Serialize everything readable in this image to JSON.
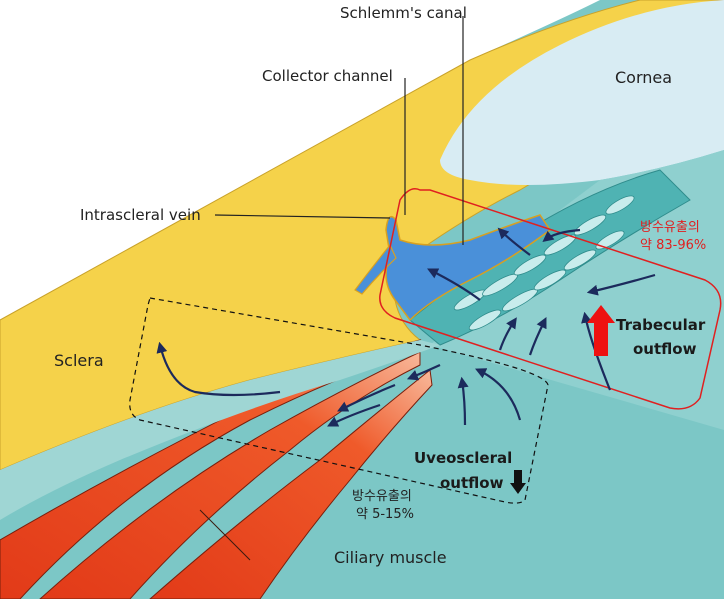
{
  "labels": {
    "schlemms_canal": "Schlemm's canal",
    "collector_channel": "Collector channel",
    "cornea": "Cornea",
    "intrascleral_vein": "Intrascleral vein",
    "sclera": "Sclera",
    "trabecular_line1": "Trabecular",
    "trabecular_line2": "outflow",
    "uveoscleral_line1": "Uveoscleral",
    "uveoscleral_line2": "outflow",
    "ciliary_muscle": "Ciliary muscle"
  },
  "annotations": {
    "trabecular_pct_line1": "방수유출의",
    "trabecular_pct_line2": "약 83-96%",
    "uveoscleral_pct_line1": "방수유출의",
    "uveoscleral_pct_line2": "약 5-15%"
  },
  "colors": {
    "sclera": "#f5d24a",
    "cornea": "#d8ecf3",
    "aqueous": "#7cc7c6",
    "schlemm": "#4a90d9",
    "muscle": "#e8401e",
    "highlight_box": "#e02020",
    "arrow": "#1c2a5c"
  },
  "icons": {
    "trabecular_indicator": "red-up-arrow-icon",
    "uveoscleral_indicator": "black-down-arrow-icon"
  }
}
